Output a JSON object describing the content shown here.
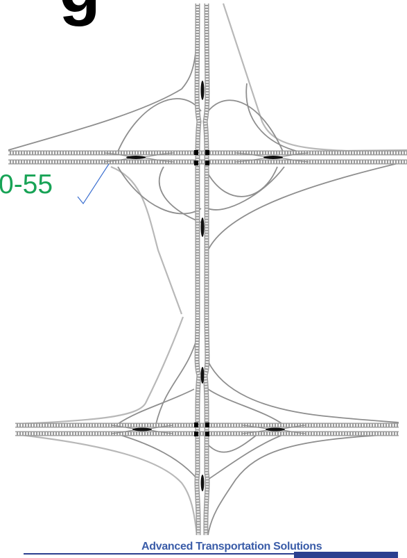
{
  "slide": {
    "heading_fragment": "g",
    "route_label": "0-55",
    "footer_company": "Advanced Transportation Solutions"
  },
  "colors": {
    "route_label": "#18a356",
    "footer_text": "#3a5ca8",
    "footer_bar": "#2b3f8f",
    "callout_line": "#3b6fd0"
  },
  "icons": {
    "callout": "checkmark-callout-line"
  }
}
